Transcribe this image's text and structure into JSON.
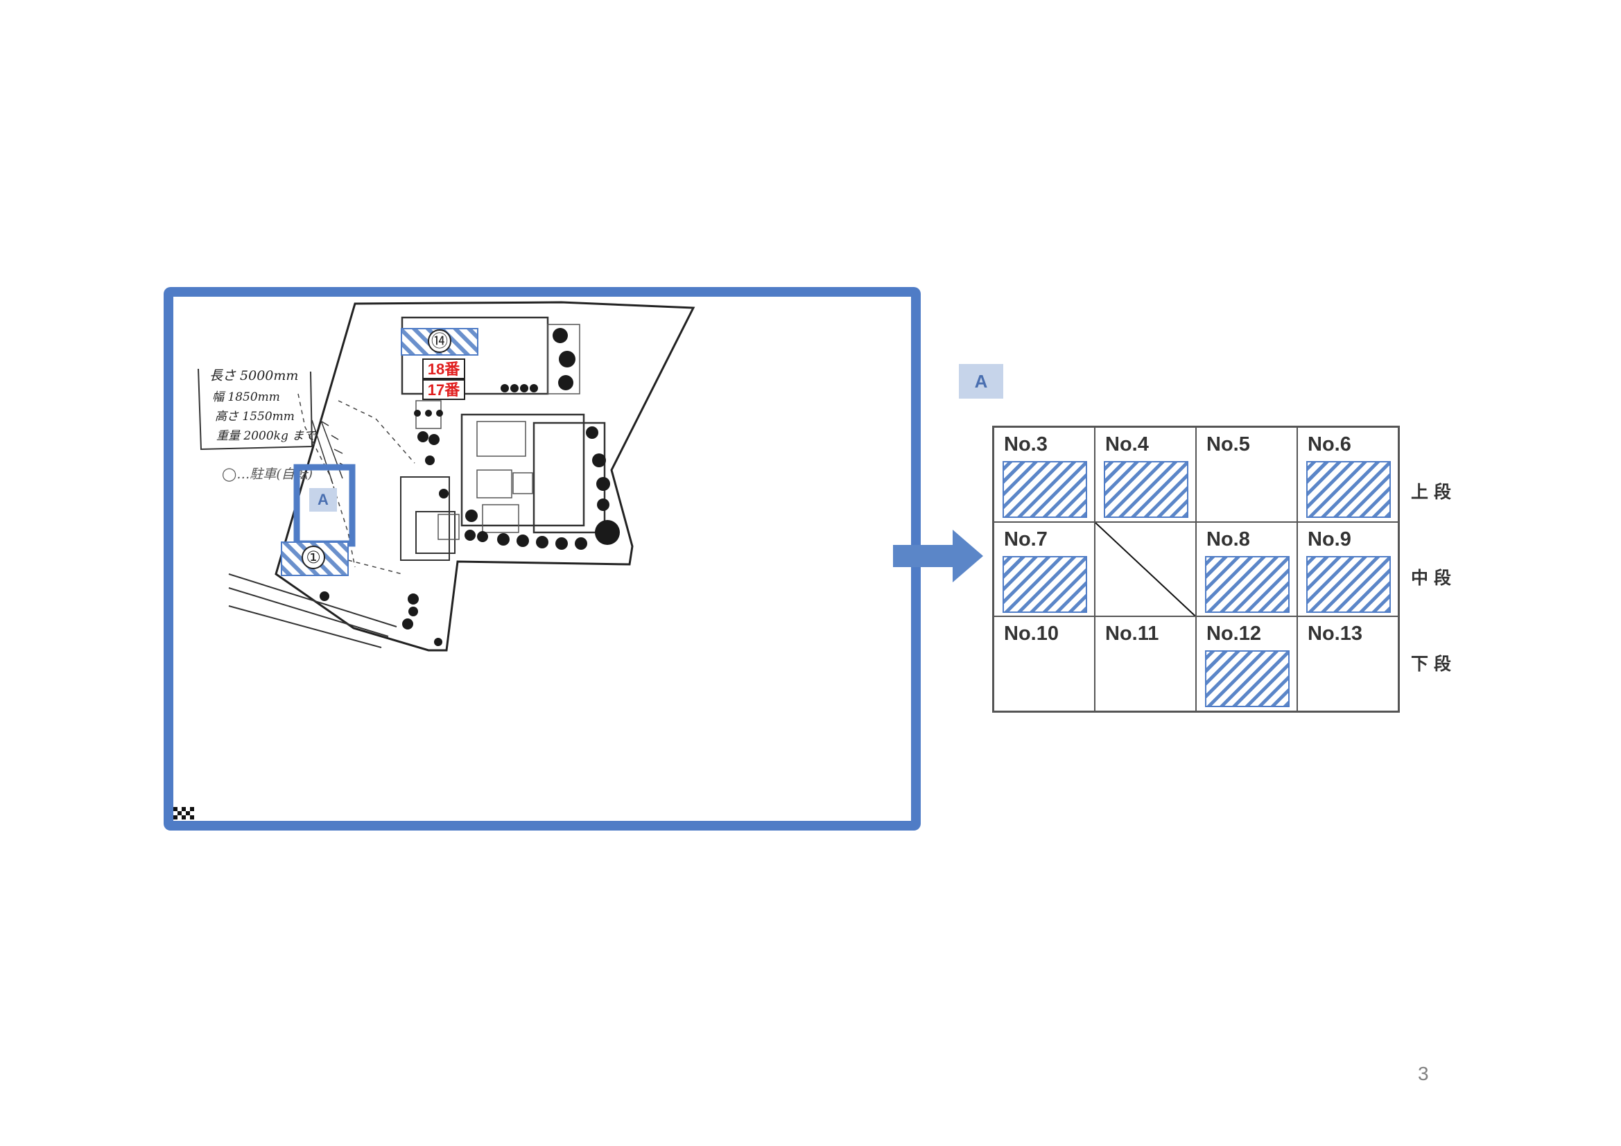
{
  "plan": {
    "handwritten_notes": [
      "長さ 5000mm",
      "幅 1850mm",
      "高さ 1550mm",
      "重量 2000kg まで",
      "◯…駐車(自転)"
    ],
    "stall_top_number": "⑭",
    "stall_bottom_number": "①",
    "label_18": "18番",
    "label_17": "17番",
    "area_marker": "A",
    "accent_color": "#4f7cc6",
    "red_label_color": "#e01f1f"
  },
  "detail": {
    "tag": "A",
    "cells": [
      {
        "label": "No.3",
        "hatched": true,
        "blocked": false
      },
      {
        "label": "No.4",
        "hatched": true,
        "blocked": false
      },
      {
        "label": "No.5",
        "hatched": false,
        "blocked": false
      },
      {
        "label": "No.6",
        "hatched": true,
        "blocked": false
      },
      {
        "label": "No.7",
        "hatched": true,
        "blocked": false
      },
      {
        "label": "",
        "hatched": false,
        "blocked": true
      },
      {
        "label": "No.8",
        "hatched": true,
        "blocked": false
      },
      {
        "label": "No.9",
        "hatched": true,
        "blocked": false
      },
      {
        "label": "No.10",
        "hatched": false,
        "blocked": false
      },
      {
        "label": "No.11",
        "hatched": false,
        "blocked": false
      },
      {
        "label": "No.12",
        "hatched": true,
        "blocked": false
      },
      {
        "label": "No.13",
        "hatched": false,
        "blocked": false
      }
    ],
    "tiers": [
      "上段",
      "中段",
      "下段"
    ]
  },
  "page_number": "3"
}
